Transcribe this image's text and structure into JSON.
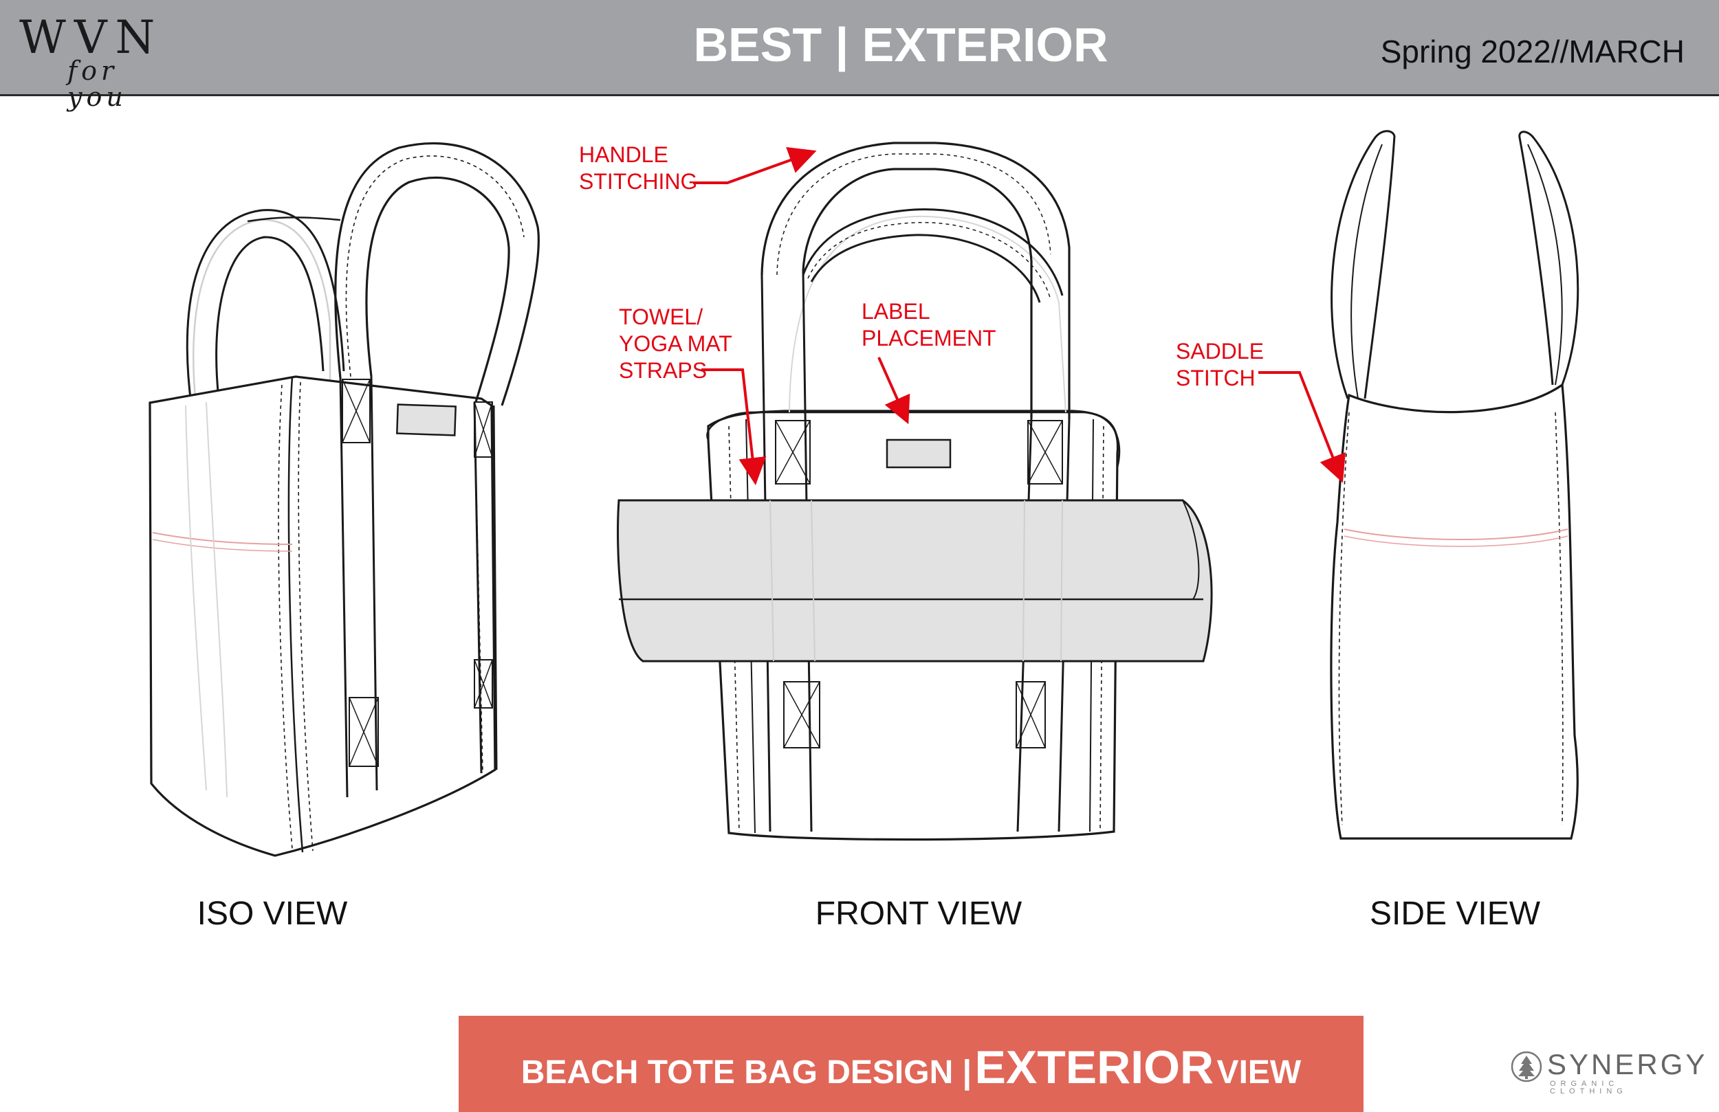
{
  "header": {
    "logo_main": "WVN",
    "logo_sub": "for you",
    "title": "BEST | EXTERIOR",
    "date": "Spring 2022//MARCH"
  },
  "callouts": {
    "handle_stitching": "HANDLE\nSTITCHING",
    "towel_straps": "TOWEL/\nYOGA MAT\nSTRAPS",
    "label_placement": "LABEL\nPLACEMENT",
    "saddle_stitch": "SADDLE\nSTITCH"
  },
  "views": {
    "iso": "ISO VIEW",
    "front": "FRONT VIEW",
    "side": "SIDE VIEW"
  },
  "banner": {
    "part1": "BEACH TOTE BAG DESIGN |",
    "part2": "EXTERIOR",
    "part3": "VIEW"
  },
  "brand": {
    "name": "SYNERGY",
    "tagline": "ORGANIC CLOTHING"
  },
  "colors": {
    "header_bg": "#a0a2a6",
    "callout_red": "#e30613",
    "banner_bg": "#e06658",
    "roll_fill": "#e2e2e2"
  }
}
